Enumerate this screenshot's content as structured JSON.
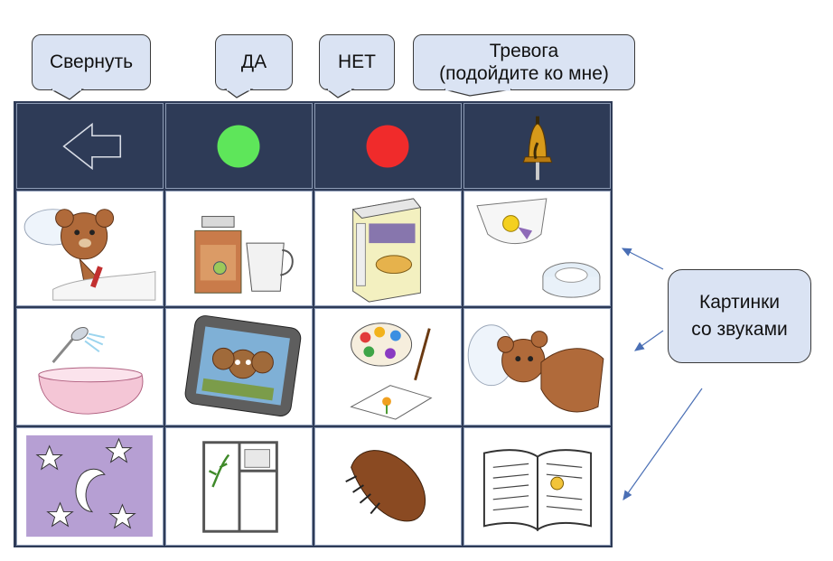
{
  "callouts": {
    "collapse": "Свернуть",
    "yes": "ДА",
    "no": "НЕТ",
    "alarm_line1": "Тревога",
    "alarm_line2": "(подойдите ко мне)",
    "pictures_line1": "Картинки",
    "pictures_line2": "со звуками"
  },
  "top_row": [
    {
      "name": "back-arrow",
      "icon": "arrow-left-icon",
      "color": "#2e3b57"
    },
    {
      "name": "yes",
      "icon": "green-circle-icon",
      "color": "#5ee65a"
    },
    {
      "name": "no",
      "icon": "red-circle-icon",
      "color": "#f02b2b"
    },
    {
      "name": "alarm",
      "icon": "bell-icon",
      "color": "#d79a1a"
    }
  ],
  "pictures": [
    [
      "sick-teddy-bear-icon",
      "medicine-and-cup-icon",
      "food-box-icon",
      "diaper-and-potty-icon"
    ],
    [
      "shower-and-bath-icon",
      "tablet-cartoon-icon",
      "palette-and-drawing-icon",
      "sleeping-teddy-bear-icon"
    ],
    [
      "night-moon-stars-icon",
      "window-icon",
      "hairbrush-icon",
      "open-book-icon"
    ]
  ],
  "colors": {
    "board": "#2e3b57",
    "callout_fill": "#dae3f3",
    "arrow": "#4a6fb5"
  }
}
